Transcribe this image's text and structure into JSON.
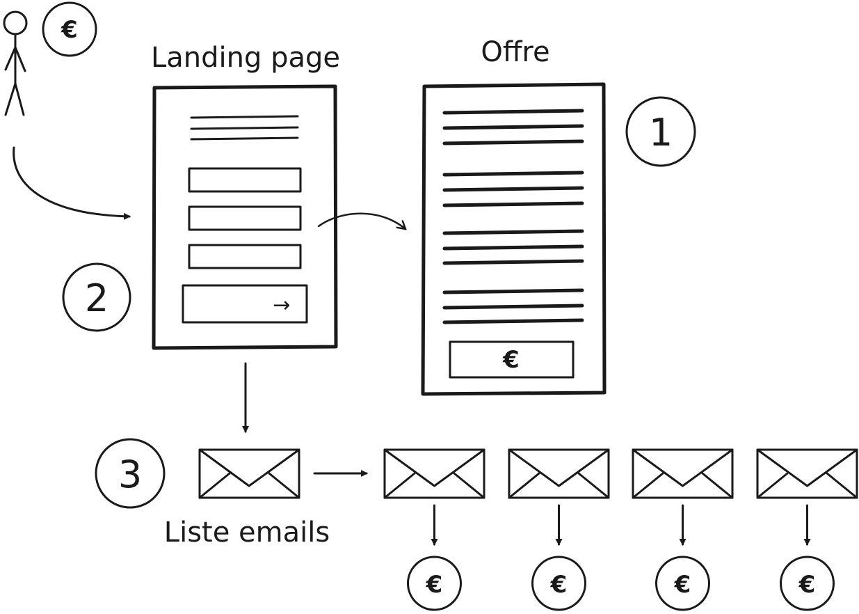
{
  "labels": {
    "landing_page": "Landing page",
    "offer": "Offre",
    "email_list": "Liste emails"
  },
  "steps": {
    "one": "1",
    "two": "2",
    "three": "3"
  },
  "symbols": {
    "currency": "€",
    "submit_arrow": "→"
  },
  "icons": [
    "person-icon",
    "euro-coin-icon",
    "envelope-icon",
    "arrow-icon"
  ],
  "colors": {
    "ink": "#1a1a1a",
    "background": "#ffffff"
  }
}
